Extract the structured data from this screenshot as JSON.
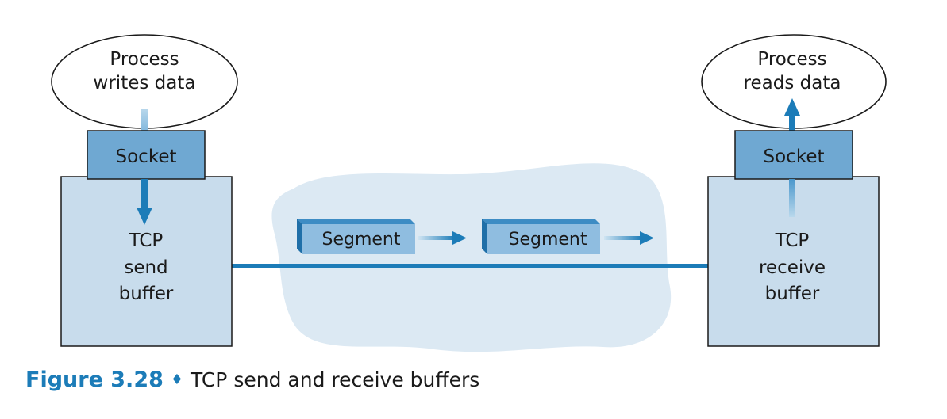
{
  "sender": {
    "process_line1": "Process",
    "process_line2": "writes data",
    "socket_label": "Socket",
    "buffer_line1": "TCP",
    "buffer_line2": "send",
    "buffer_line3": "buffer"
  },
  "receiver": {
    "process_line1": "Process",
    "process_line2": "reads data",
    "socket_label": "Socket",
    "buffer_line1": "TCP",
    "buffer_line2": "receive",
    "buffer_line3": "buffer"
  },
  "network": {
    "segments": [
      "Segment",
      "Segment"
    ]
  },
  "caption": {
    "figure_number": "Figure 3.28",
    "separator": "♦",
    "title": "TCP send and receive buffers"
  },
  "colors": {
    "accent_blue": "#1c7cb8",
    "arrow_light": "#9fcbe6",
    "socket_fill": "#6fa8d2",
    "buffer_fill": "#c8dcec",
    "cloud_fill": "#dce9f3",
    "segment_fill": "#8fbde0",
    "segment_dark": "#1f6fa8"
  }
}
